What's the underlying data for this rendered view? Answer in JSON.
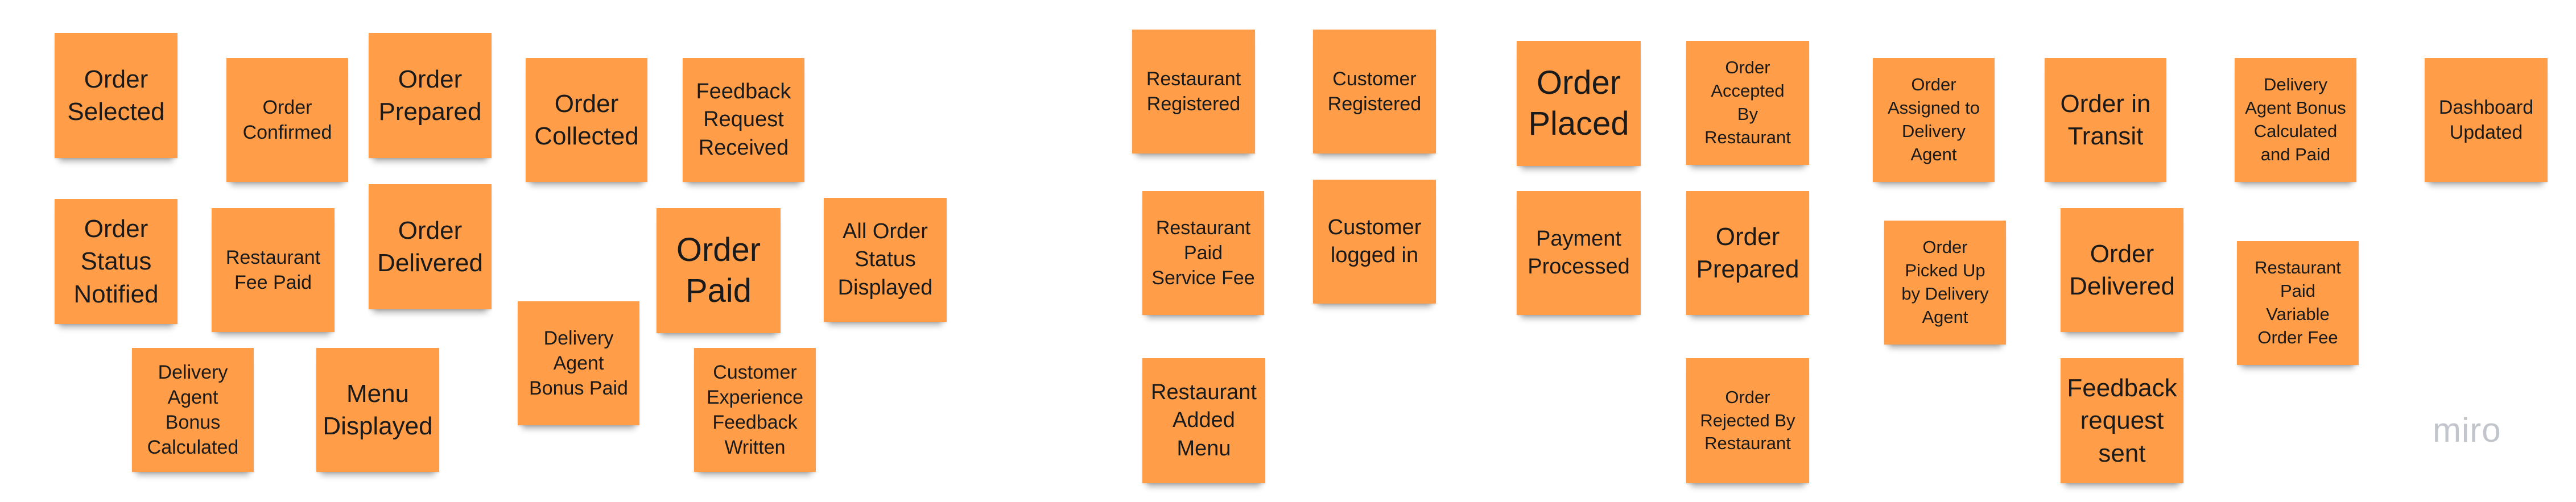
{
  "colors": {
    "note": "#ff9d48",
    "note_text": "#1a1a1a",
    "background": "#ffffff",
    "logo": "#c2c6cc"
  },
  "board": {
    "logo_text": "miro",
    "left_cluster": {
      "notes": [
        {
          "id": "order-selected",
          "text": "Order\nSelected"
        },
        {
          "id": "order-confirmed",
          "text": "Order\nConfirmed"
        },
        {
          "id": "order-prepared",
          "text": "Order\nPrepared"
        },
        {
          "id": "order-collected",
          "text": "Order\nCollected"
        },
        {
          "id": "feedback-request-received",
          "text": "Feedback\nRequest\nReceived"
        },
        {
          "id": "order-status-notified",
          "text": "Order\nStatus\nNotified"
        },
        {
          "id": "restaurant-fee-paid",
          "text": "Restaurant\nFee Paid"
        },
        {
          "id": "order-delivered",
          "text": "Order\nDelivered"
        },
        {
          "id": "order-paid",
          "text": "Order\nPaid"
        },
        {
          "id": "all-order-status-displayed",
          "text": "All Order\nStatus\nDisplayed"
        },
        {
          "id": "delivery-agent-bonus-calculated",
          "text": "Delivery\nAgent\nBonus\nCalculated"
        },
        {
          "id": "menu-displayed",
          "text": "Menu\nDisplayed"
        },
        {
          "id": "delivery-agent-bonus-paid",
          "text": "Delivery\nAgent\nBonus Paid"
        },
        {
          "id": "customer-experience-feedback-written",
          "text": "Customer\nExperience\nFeedback\nWritten"
        }
      ]
    },
    "right_cluster": {
      "notes": [
        {
          "id": "restaurant-registered",
          "text": "Restaurant\nRegistered"
        },
        {
          "id": "customer-registered",
          "text": "Customer\nRegistered"
        },
        {
          "id": "order-placed",
          "text": "Order\nPlaced"
        },
        {
          "id": "order-accepted-by-restaurant",
          "text": "Order\nAccepted\nBy\nRestaurant"
        },
        {
          "id": "order-assigned-to-delivery-agent",
          "text": "Order\nAssigned to\nDelivery\nAgent"
        },
        {
          "id": "order-in-transit",
          "text": "Order in\nTransit"
        },
        {
          "id": "delivery-agent-bonus-calculated-and-paid",
          "text": "Delivery\nAgent Bonus\nCalculated\nand Paid"
        },
        {
          "id": "dashboard-updated",
          "text": "Dashboard\nUpdated"
        },
        {
          "id": "restaurant-paid-service-fee",
          "text": "Restaurant\nPaid\nService Fee"
        },
        {
          "id": "customer-logged-in",
          "text": "Customer\nlogged in"
        },
        {
          "id": "payment-processed",
          "text": "Payment\nProcessed"
        },
        {
          "id": "order-prepared-2",
          "text": "Order\nPrepared"
        },
        {
          "id": "order-picked-up-by-delivery-agent",
          "text": "Order\nPicked Up\nby Delivery\nAgent"
        },
        {
          "id": "order-delivered-2",
          "text": "Order\nDelivered"
        },
        {
          "id": "restaurant-paid-variable-order-fee",
          "text": "Restaurant\nPaid\nVariable\nOrder Fee"
        },
        {
          "id": "restaurant-added-menu",
          "text": "Restaurant\nAdded\nMenu"
        },
        {
          "id": "order-rejected-by-restaurant",
          "text": "Order\nRejected By\nRestaurant"
        },
        {
          "id": "feedback-request-sent",
          "text": "Feedback\nrequest\nsent"
        }
      ]
    }
  }
}
